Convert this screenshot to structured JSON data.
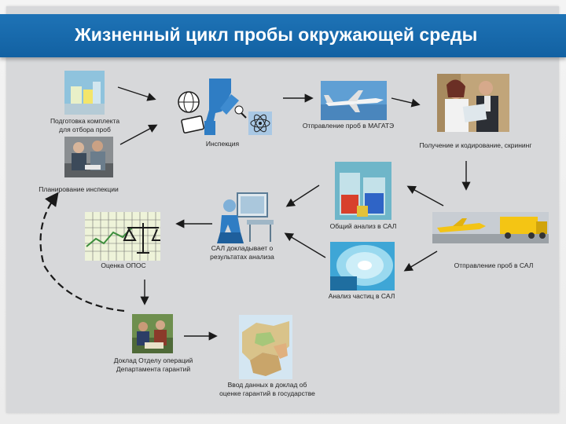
{
  "title": "Жизненный цикл пробы окружающей среды",
  "steps": {
    "prep_kit_line1": "Подготовка комплекта",
    "prep_kit_line2": "для отбора проб",
    "inspection": "Инспекция",
    "shipping_iaea": "Отправление проб в МАГАТЭ",
    "receipt_coding": "Получение и кодирование, скрининг",
    "planning": "Планирование инспекции",
    "bulk_analysis": "Общий анализ в САЛ",
    "shipping_nwal": "Отправление проб в САЛ",
    "nwal_report_line1": "САЛ докладывает о",
    "nwal_report_line2": "результатах анализа",
    "evaluation": "Оценка ОПОС",
    "particle_analysis": "Анализ частиц в САЛ",
    "ops_report_line1": "Доклад Отделу операций",
    "ops_report_line2": "Департамента гарантий",
    "state_eval_line1": "Ввод данных в доклад об",
    "state_eval_line2": "оценке гарантий в государстве"
  },
  "colors": {
    "title_bar": "#1565a8",
    "panel": "#d7d8da",
    "arrow": "#1a1a1a"
  }
}
